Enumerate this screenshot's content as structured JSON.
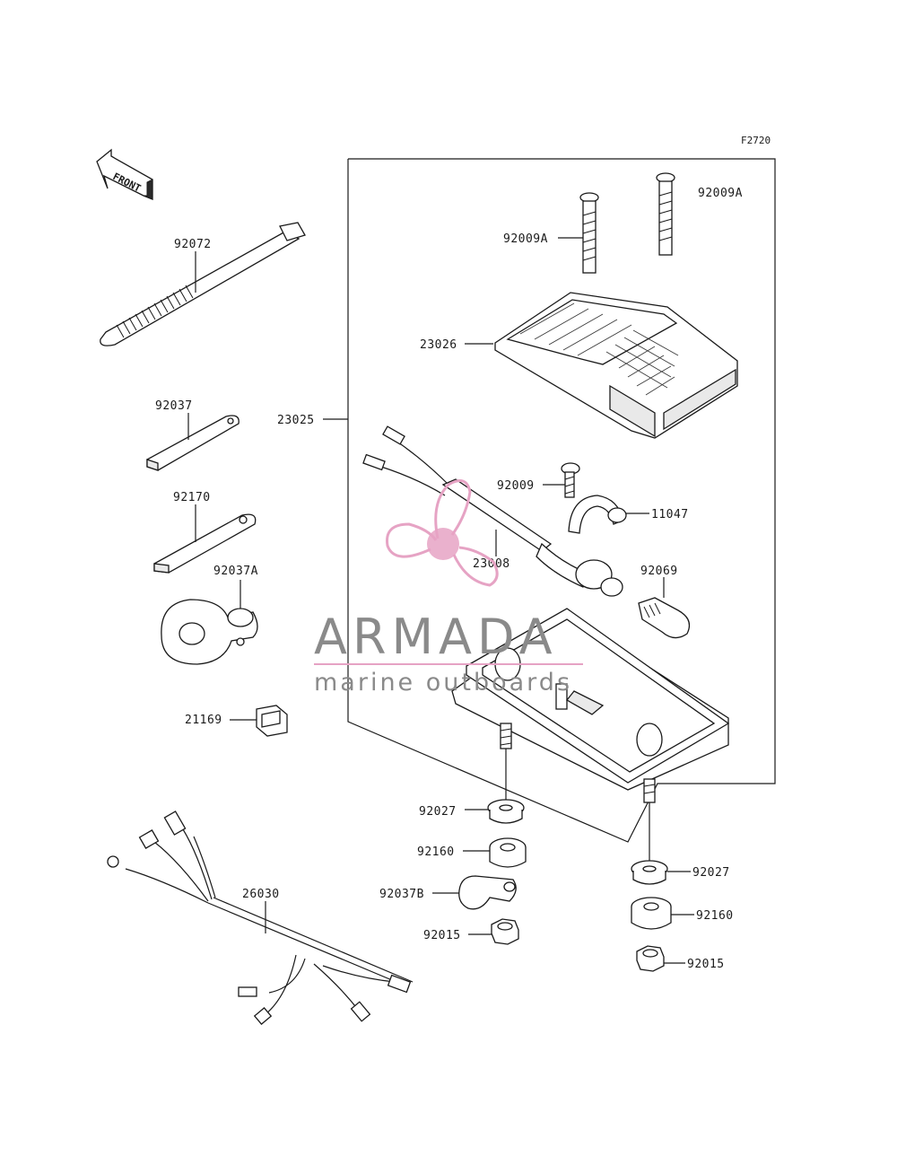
{
  "figure_code": "F2720",
  "front_label": "FRONT",
  "labels": {
    "p92072": "92072",
    "p92037": "92037",
    "p92170": "92170",
    "p92037A": "92037A",
    "p21169": "21169",
    "p26030": "26030",
    "p23025": "23025",
    "p92009A_left": "92009A",
    "p92009A_right": "92009A",
    "p23026": "23026",
    "p92009": "92009",
    "p11047": "11047",
    "p23008": "23008",
    "p92069": "92069",
    "p92027_left": "92027",
    "p92160_left": "92160",
    "p92037B": "92037B",
    "p92015_left": "92015",
    "p92027_right": "92027",
    "p92160_right": "92160",
    "p92015_right": "92015"
  },
  "watermark": {
    "brand": "ARMADA",
    "tagline": "marine outboards",
    "colors": {
      "pink": "#e6a3c4",
      "pink_dark": "#d98ab2",
      "grey": "#8a8a8a"
    }
  }
}
